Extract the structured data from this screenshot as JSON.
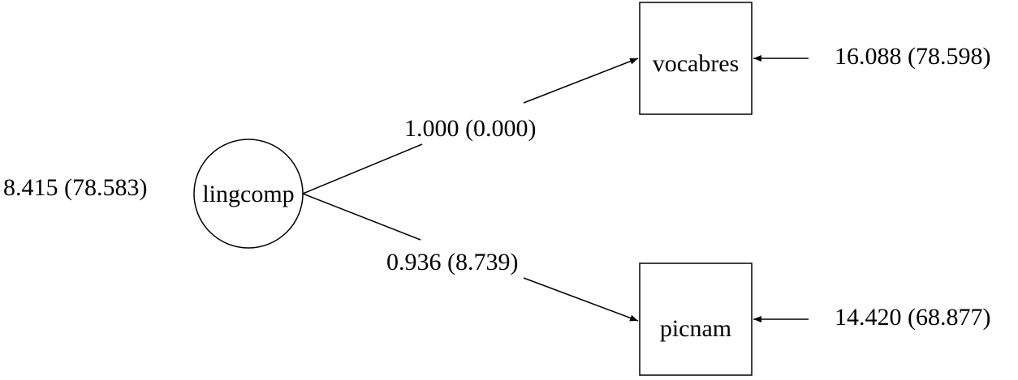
{
  "nodes": {
    "latent": {
      "label": "lingcomp",
      "variance_label": "8.415 (78.583)"
    },
    "indicator_top": {
      "label": "vocabres",
      "error_label": "16.088 (78.598)"
    },
    "indicator_bottom": {
      "label": "picnam",
      "error_label": "14.420 (68.877)"
    }
  },
  "paths": {
    "to_vocabres": {
      "label": "1.000 (0.000)"
    },
    "to_picnam": {
      "label": "0.936 (8.739)"
    }
  },
  "colors": {
    "stroke": "#000000",
    "background": "#ffffff"
  }
}
